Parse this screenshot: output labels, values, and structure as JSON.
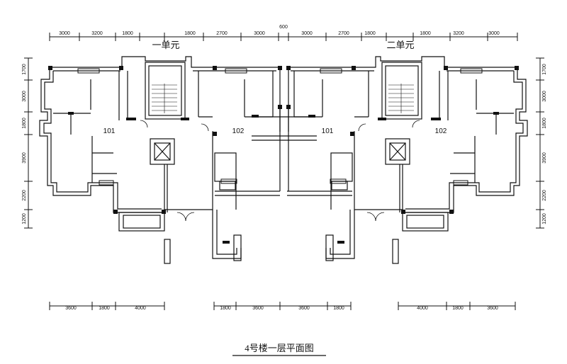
{
  "dimensions": {
    "top_left": [
      "3000",
      "3200",
      "1800",
      "1800",
      "2700",
      "3000"
    ],
    "top_mid": "600",
    "top_right": [
      "3000",
      "2700",
      "1800",
      "1800",
      "3200",
      "3000"
    ],
    "left_side": [
      "1700",
      "3000",
      "1800",
      "3900",
      "2200",
      "1200"
    ],
    "right_side": [
      "1700",
      "3000",
      "1800",
      "3900",
      "2200",
      "1200"
    ],
    "bottom_left": [
      "3600",
      "1800",
      "4000"
    ],
    "bottom_mid": [
      "1800",
      "3600",
      "3600",
      "1800"
    ],
    "bottom_right": [
      "4000",
      "1800",
      "3600"
    ]
  },
  "units": {
    "unit1": "一单元",
    "unit2": "二单元"
  },
  "rooms": {
    "u1_left": "101",
    "u1_right": "102",
    "u2_left": "101",
    "u2_right": "102"
  },
  "title": "4号楼一层平面图"
}
